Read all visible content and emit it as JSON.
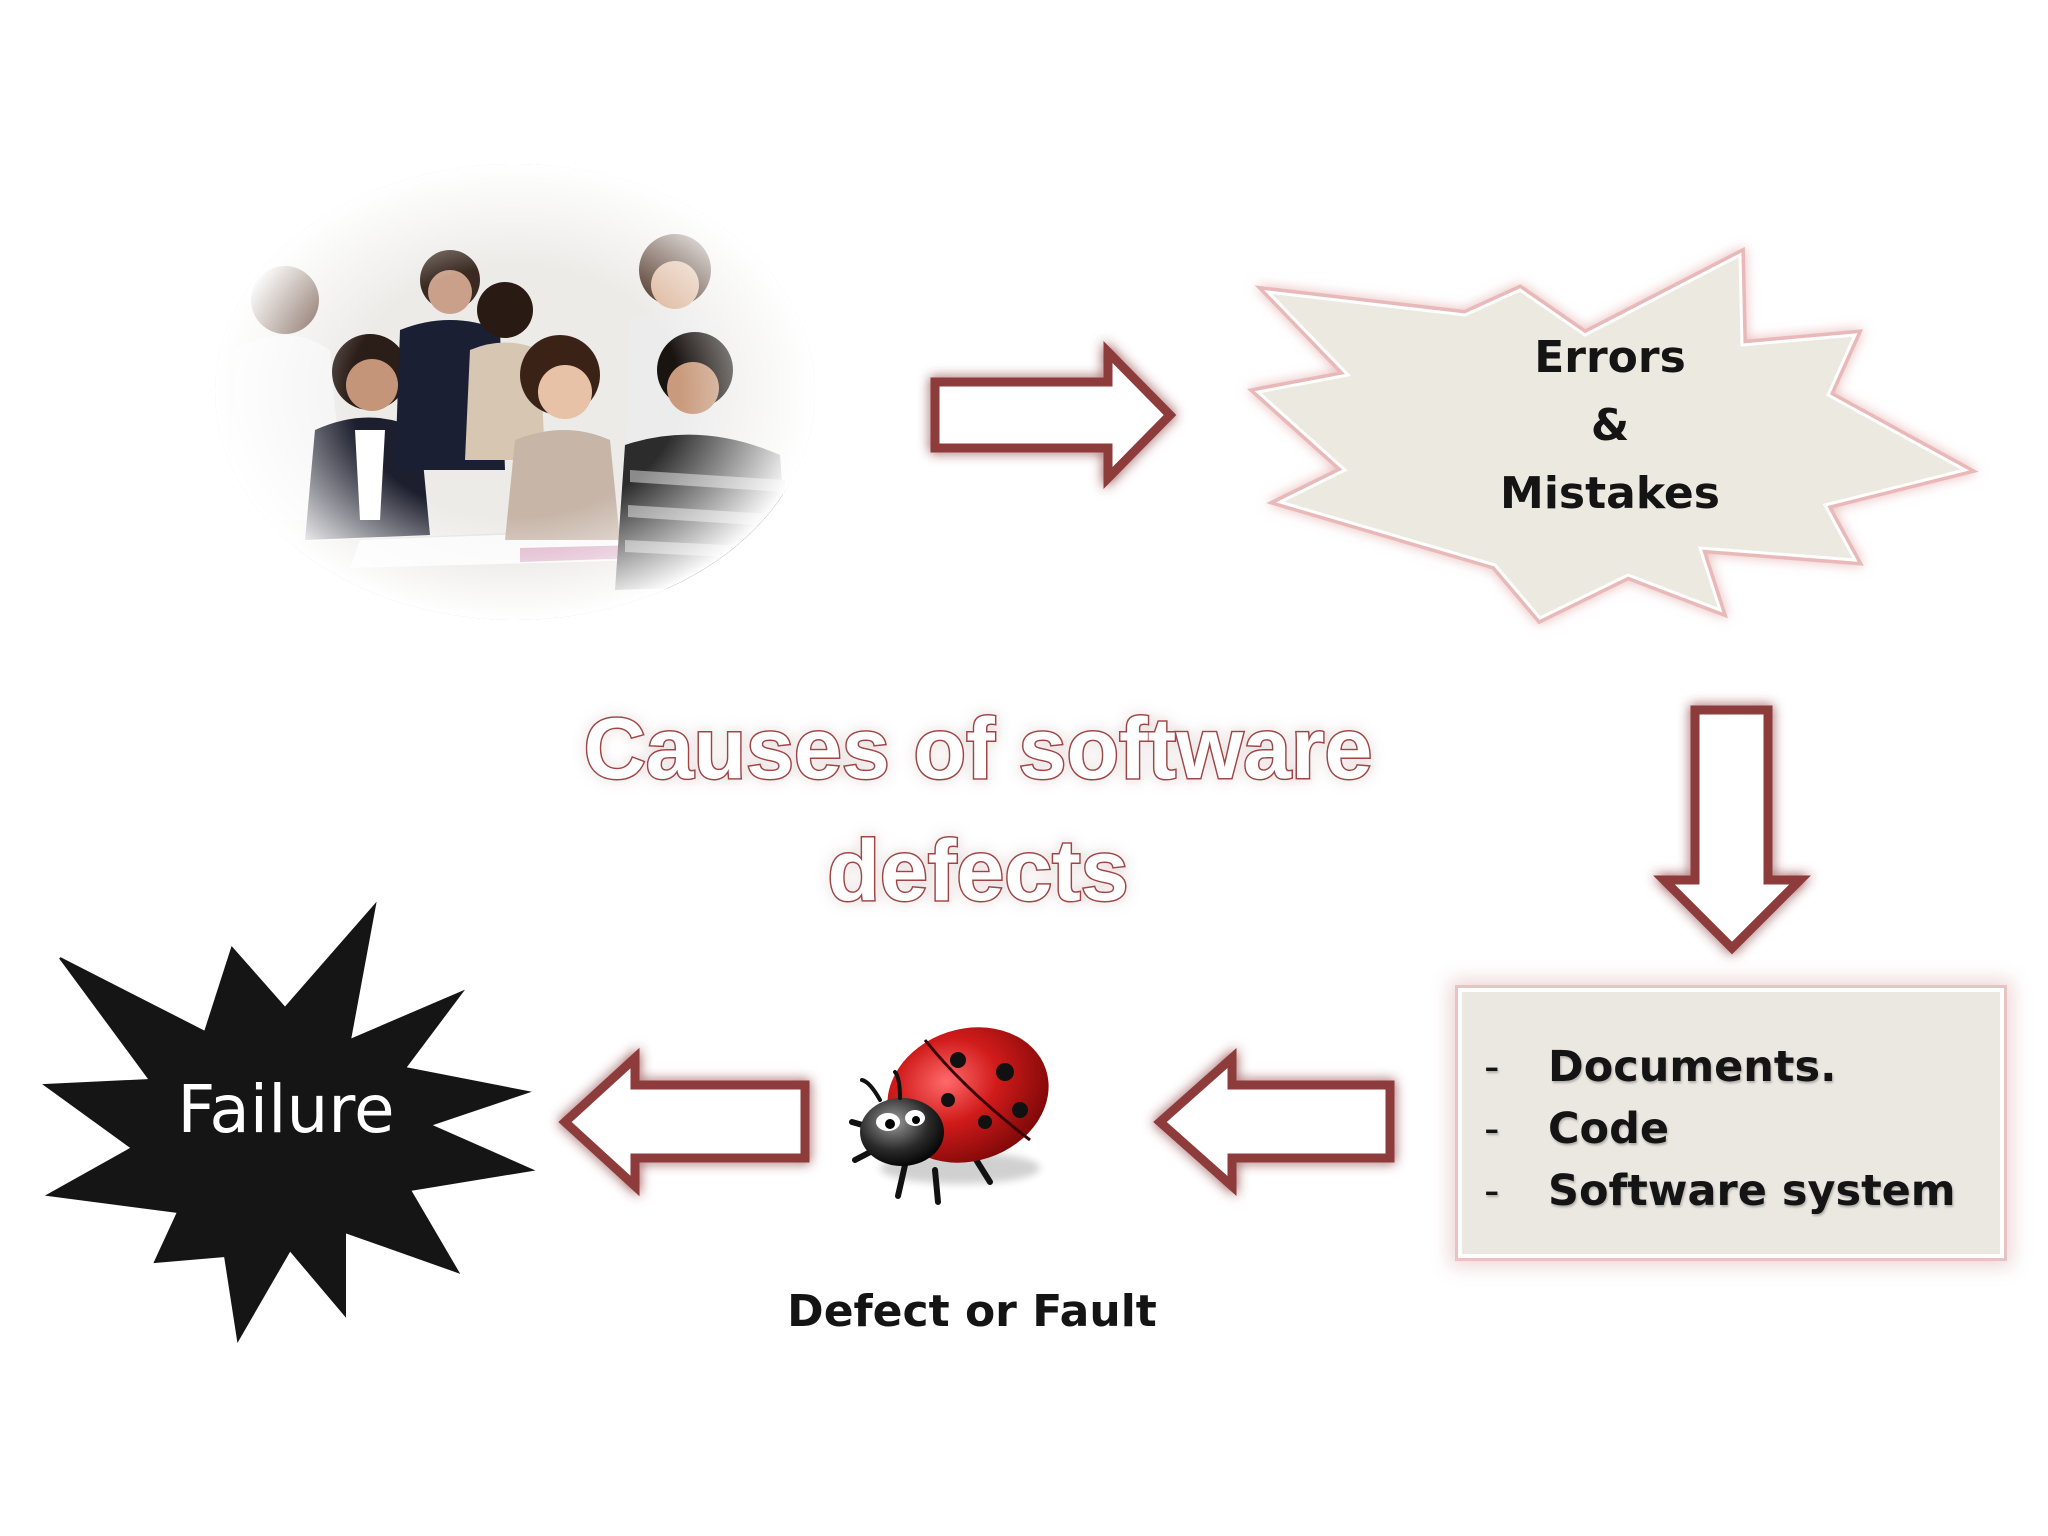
{
  "title": {
    "line1": "Causes of software",
    "line2": "defects"
  },
  "nodes": {
    "people": {
      "icon": "people-photo-icon"
    },
    "errors": {
      "line1": "Errors",
      "line2": "&",
      "line3": "Mistakes"
    },
    "artifacts": {
      "dash": "-",
      "items": [
        "Documents.",
        "Code",
        "Software system"
      ]
    },
    "defect": {
      "icon": "ladybug-icon",
      "label": "Defect or Fault"
    },
    "failure": {
      "label": "Failure"
    }
  },
  "colors": {
    "arrow_outline": "#8e3a3a",
    "arrow_fill": "#ffffff",
    "burst_fill": "#ece9e1",
    "burst_glow": "#e9b9b9",
    "failure_fill": "#151515",
    "title_outline": "#a04444",
    "ladybug_red": "#d11b1b"
  }
}
